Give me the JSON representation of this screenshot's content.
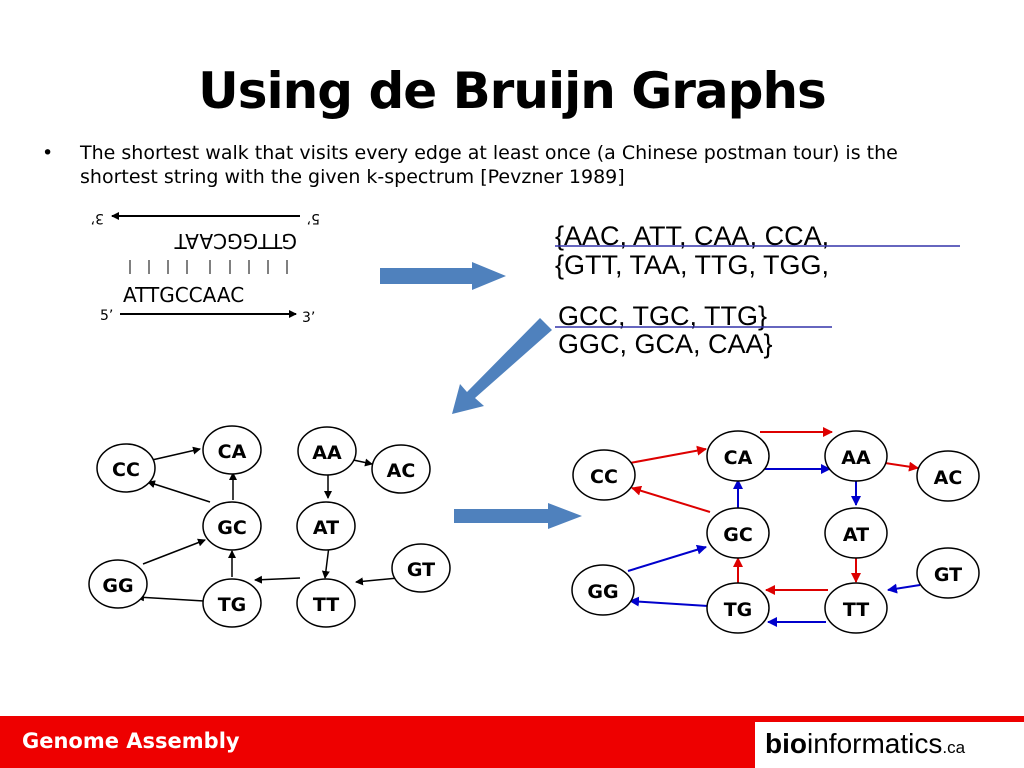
{
  "slide": {
    "title": "Using de Bruijn Graphs",
    "bullet_marker": "•",
    "bullet_text": "The shortest walk that visits every edge at least once (a Chinese postman tour) is the shortest string with the given k-spectrum [Pevzner 1989]"
  },
  "dna": {
    "top_strand": "GTTGGCAAT",
    "bottom_strand": "ATTGCCAAC",
    "top_left_end": "3’",
    "top_right_end": "5’",
    "bottom_left_end": "5’",
    "bottom_right_end": "3’"
  },
  "spectrum": {
    "line1": "{AAC, ATT, CAA, CCA,",
    "line2": "{GTT, TAA, TTG, TGG,",
    "line3": "GCC, TGC, TTG}",
    "line4": "GGC, GCA, CAA}"
  },
  "graph_left": {
    "nodes": [
      "CA",
      "AA",
      "CC",
      "AC",
      "GC",
      "AT",
      "GT",
      "GG",
      "TG",
      "TT"
    ]
  },
  "graph_right": {
    "nodes": [
      "CA",
      "AA",
      "CC",
      "AC",
      "GC",
      "AT",
      "GT",
      "GG",
      "TG",
      "TT"
    ]
  },
  "colors": {
    "footer": "#ee0000",
    "arrow_blue": "#4f81bd",
    "edge_red": "#dd0000",
    "edge_blue": "#0000cc",
    "underline": "#3333aa"
  },
  "footer": {
    "left_text": "Genome Assembly",
    "brand_bold": "bio",
    "brand_rest": "informatics",
    "brand_tld": ".ca"
  }
}
